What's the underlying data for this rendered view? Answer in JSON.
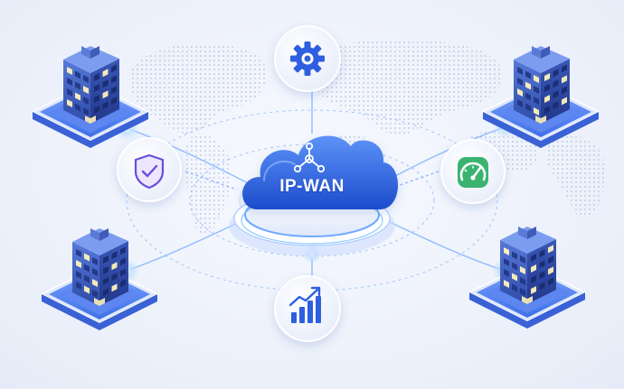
{
  "hub": {
    "label": "IP-WAN",
    "icon": "network-nodes-icon"
  },
  "sites": [
    {
      "name": "building-top-left"
    },
    {
      "name": "building-top-right"
    },
    {
      "name": "building-bottom-left"
    },
    {
      "name": "building-bottom-right"
    }
  ],
  "features": [
    {
      "icon": "gear-icon",
      "accent": "#2f5fe0"
    },
    {
      "icon": "shield-check-icon",
      "accent": "#6a4fd8"
    },
    {
      "icon": "speedometer-icon",
      "accent": "#1f9e5a"
    },
    {
      "icon": "growth-chart-icon",
      "accent": "#2f5fe0"
    }
  ],
  "colors": {
    "primary": "#2f5fe0",
    "cloud_top": "#4f86f5",
    "cloud_bottom": "#1d4fd0",
    "building": "#3b5fc4",
    "window_light": "#fff2b8",
    "link": "#7fb2ff"
  }
}
